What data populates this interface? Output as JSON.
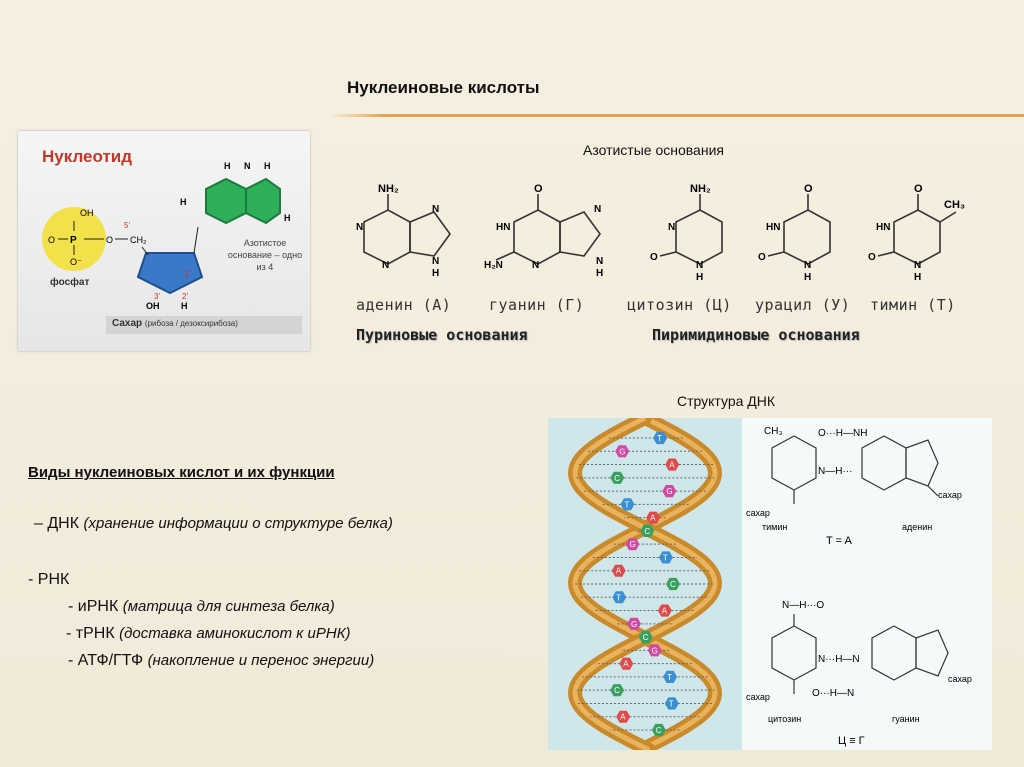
{
  "header": {
    "title": "Нуклеиновые кислоты"
  },
  "nucleotide": {
    "title": "Нуклеотид",
    "phosphate_label": "фосфат",
    "base_label": "Азотистое основание – одно из 4",
    "sugar_label": "Сахар",
    "sugar_note": "(рибоза / дезоксирибоза)",
    "chem": {
      "oh": "OH",
      "o": "O",
      "p": "P",
      "o_minus": "O⁻",
      "ch2": "CH₂",
      "h": "H",
      "n": "N",
      "c5": "5'",
      "c1": "1'",
      "c3": "3'",
      "c2": "2'",
      "oh_sugar": "OH",
      "h_sugar": "H"
    },
    "colors": {
      "title": "#c0392b",
      "phosphate": "#f2e14a",
      "base": "#2eaf5a",
      "sugar": "#3a78c8"
    }
  },
  "bases": {
    "title": "Азотистые основания",
    "adenine": "аденин (А)",
    "guanine": "гуанин (Г)",
    "cytosine": "цитозин (Ц)",
    "uracil": "урацил (У)",
    "thymine": "тимин (Т)",
    "purines": "Пуриновые основания",
    "pyrimidines": "Пиримидиновые основания",
    "chem": {
      "n": "N",
      "h": "H",
      "o": "O",
      "nh2": "NH₂",
      "hn": "HN",
      "h2n": "H₂N",
      "ch3": "CH₃"
    }
  },
  "dna": {
    "title": "Структура ДНК",
    "helix_letters": [
      "T",
      "G",
      "A",
      "C",
      "G",
      "T",
      "A",
      "C",
      "G",
      "T",
      "A",
      "C",
      "T",
      "A",
      "G",
      "C",
      "G",
      "A",
      "T",
      "C",
      "T",
      "A",
      "C"
    ],
    "pair1": {
      "left": "тимин",
      "right": "аденин",
      "eq": "T = A",
      "sugar": "сахар"
    },
    "pair2": {
      "left": "цитозин",
      "right": "гуанин",
      "eq": "Ц ≡ Г",
      "sugar": "сахар"
    },
    "chem": {
      "ch3": "CH₃",
      "o": "O",
      "h": "H",
      "nh": "NH",
      "n": "N",
      "dots1": "O···H—NH",
      "dots2": "N—H···",
      "dots3": "N—H···O",
      "dots4": "N···H—N",
      "dots5": "O···H—N"
    },
    "colors": {
      "backbone": "#c98a2c",
      "base_A": "#e04a4a",
      "base_T": "#3a8fd0",
      "base_G": "#d04aa0",
      "base_C": "#3aa060"
    }
  },
  "kinds": {
    "title": "Виды нуклеиновых кислот и их функции",
    "dna": {
      "prefix": "– ДНК ",
      "note": "(хранение информации о структуре белка)"
    },
    "rna": {
      "prefix": "- РНК"
    },
    "mrna": {
      "prefix": "- иРНК ",
      "note": "(матрица для синтеза белка)"
    },
    "trna": {
      "prefix": "- тРНК ",
      "note": "(доставка аминокислот к иРНК)"
    },
    "atp": {
      "prefix": "- АТФ/ГТФ ",
      "note": "(накопление и перенос энергии)"
    }
  }
}
